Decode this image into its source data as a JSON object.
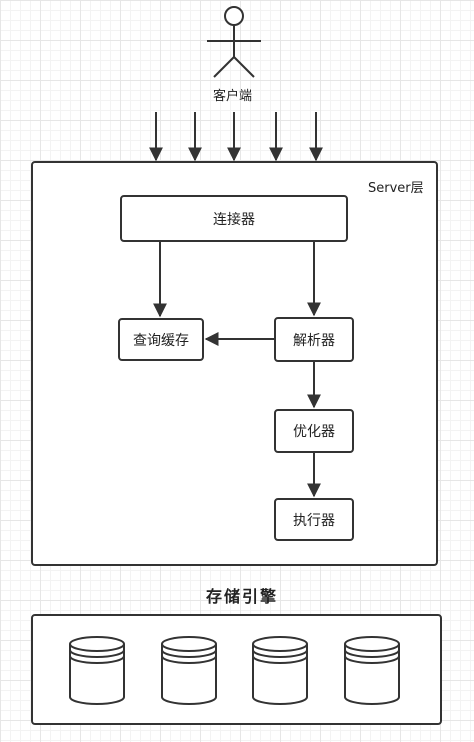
{
  "client": {
    "label": "客户端"
  },
  "server": {
    "title": "Server层",
    "nodes": {
      "connector": "连接器",
      "query_cache": "查询缓存",
      "parser": "解析器",
      "optimizer": "优化器",
      "executor": "执行器"
    }
  },
  "storage": {
    "title": "存储引擎"
  }
}
